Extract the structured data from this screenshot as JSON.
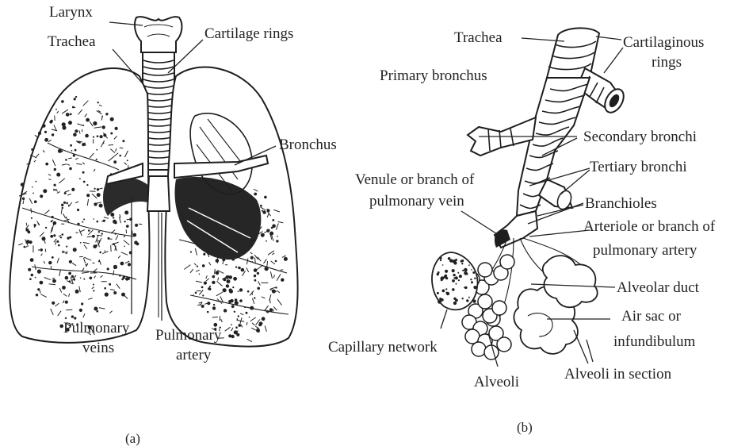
{
  "panel_a": {
    "caption": "(a)",
    "labels": {
      "larynx": "Larynx",
      "trachea": "Trachea",
      "cartilage_rings": "Cartilage rings",
      "bronchus": "Bronchus",
      "pulmonary_veins_line1": "Pulmonary",
      "pulmonary_veins_line2": "veins",
      "pulmonary_artery_line1": "Pulmonary",
      "pulmonary_artery_line2": "artery"
    }
  },
  "panel_b": {
    "caption": "(b)",
    "labels": {
      "trachea": "Trachea",
      "cartilaginous_rings_line1": "Cartilaginous",
      "cartilaginous_rings_line2": "rings",
      "primary_bronchus": "Primary bronchus",
      "secondary_bronchi": "Secondary bronchi",
      "tertiary_bronchi": "Tertiary bronchi",
      "venule_line1": "Venule or branch of",
      "venule_line2": "pulmonary vein",
      "branchioles": "Branchioles",
      "arteriole_line1": "Arteriole or branch of",
      "arteriole_line2": "pulmonary artery",
      "alveolar_duct": "Alveolar duct",
      "air_sac_line1": "Air sac or",
      "air_sac_line2": "infundibulum",
      "capillary_network": "Capillary network",
      "alveoli": "Alveoli",
      "alveoli_in_section": "Alveoli in section"
    }
  }
}
